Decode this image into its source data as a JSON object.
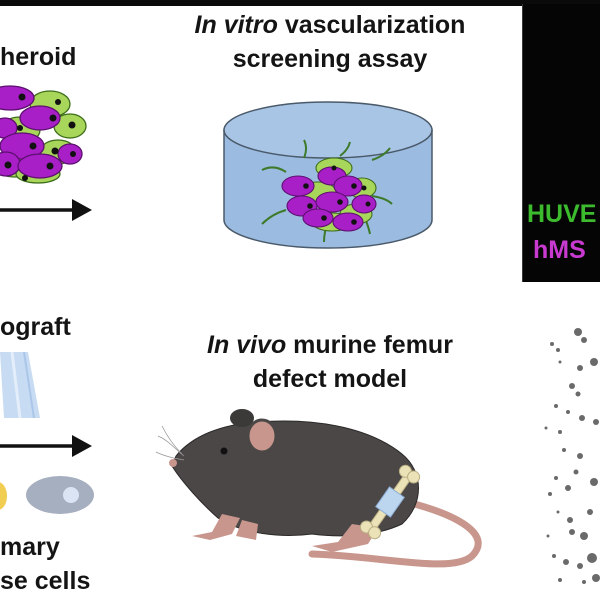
{
  "figure": {
    "type": "graphical-abstract",
    "top_row": {
      "left_label": "heroid",
      "center_title_italic": "In vitro",
      "center_title_rest": " vascularization",
      "center_title_line2": "screening assay",
      "right_panel": {
        "legend": [
          {
            "text": "HUVE",
            "color": "#3dbb2e"
          },
          {
            "text": "hMS",
            "color": "#c83ad0"
          }
        ],
        "background": "#050505"
      }
    },
    "bottom_row": {
      "left_label": "ograft",
      "left_caption_line1": "mary",
      "left_caption_line2": "se cells",
      "center_title_italic": "In vivo",
      "center_title_rest": " murine femur",
      "center_title_line2": "defect model"
    },
    "colors": {
      "cell_magenta": "#a91fc7",
      "cell_green": "#a8d65a",
      "well_blue": "#9cbbe0",
      "mouse_body": "#4a4746",
      "mouse_pink": "#c8968c",
      "bone": "#ece2b8",
      "cell_yellow": "#f1cd52",
      "cell_grey": "#a5afc0"
    }
  }
}
